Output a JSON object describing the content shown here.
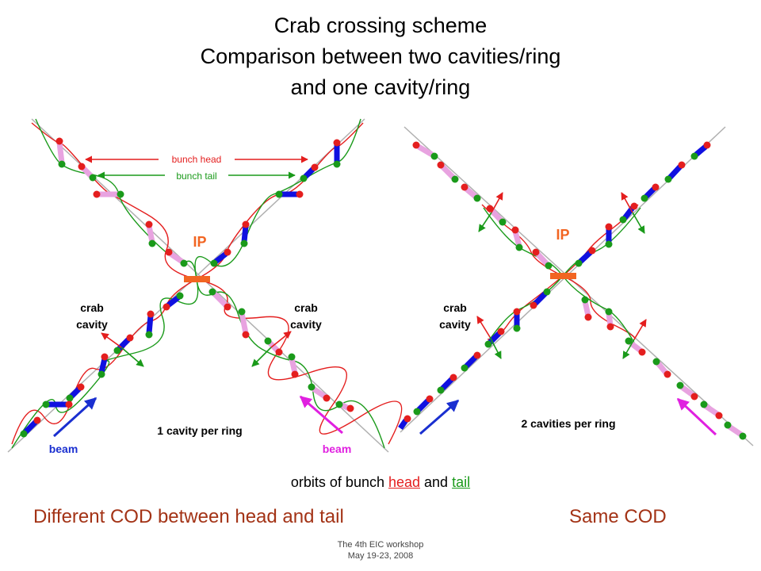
{
  "title": {
    "line1": "Crab crossing scheme",
    "line2": "Comparison between two cavities/ring",
    "line3": "and one cavity/ring"
  },
  "left_panel": {
    "ip_label": "IP",
    "bunch_head": "bunch head",
    "bunch_tail": "bunch tail",
    "crab_word": "crab",
    "cavity_word": "cavity",
    "caption": "1 cavity per ring",
    "beam_left": "beam",
    "beam_right": "beam"
  },
  "right_panel": {
    "ip_label": "IP",
    "crab_word": "crab",
    "cavity_word": "cavity",
    "caption": "2 cavities per ring"
  },
  "orbits_caption": {
    "prefix": "orbits of bunch ",
    "head": "head",
    "middle": " and ",
    "tail": "tail"
  },
  "cod_left": "Different COD between head and tail",
  "cod_right": "Same COD",
  "footer": {
    "line1": "The 4th EIC workshop",
    "line2": "May 19-23, 2008"
  },
  "colors": {
    "head": "#e41e1e",
    "tail": "#1a9a1a",
    "bunch_pink": "#e8a3e0",
    "bunch_blue": "#1010e0",
    "ip_orange": "#f26522",
    "beam_blue": "#1a2fd0",
    "beam_magenta": "#e020e0",
    "cod_text": "#a33316"
  }
}
